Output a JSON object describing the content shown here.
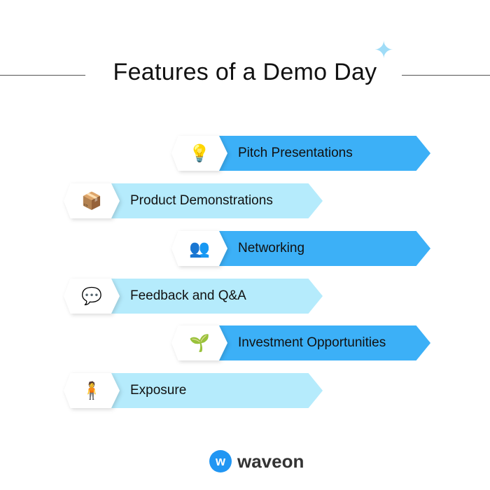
{
  "title": "Features of a Demo Day",
  "features": [
    {
      "label": "Pitch Presentations",
      "icon": "idea-rocket-icon",
      "glyph": "💡"
    },
    {
      "label": "Product Demonstrations",
      "icon": "hands-box-icon",
      "glyph": "📦"
    },
    {
      "label": "Networking",
      "icon": "network-people-icon",
      "glyph": "👥"
    },
    {
      "label": "Feedback and Q&A",
      "icon": "chat-bubbles-icon",
      "glyph": "💬"
    },
    {
      "label": "Investment Opportunities",
      "icon": "plant-coins-icon",
      "glyph": "🌱"
    },
    {
      "label": "Exposure",
      "icon": "person-arrows-icon",
      "glyph": "🧍"
    }
  ],
  "colors": {
    "dark": "#3cb0f7",
    "light": "#b5ebfc",
    "brand": "#2196f3"
  },
  "brand": {
    "mark": "w",
    "name": "waveon"
  }
}
